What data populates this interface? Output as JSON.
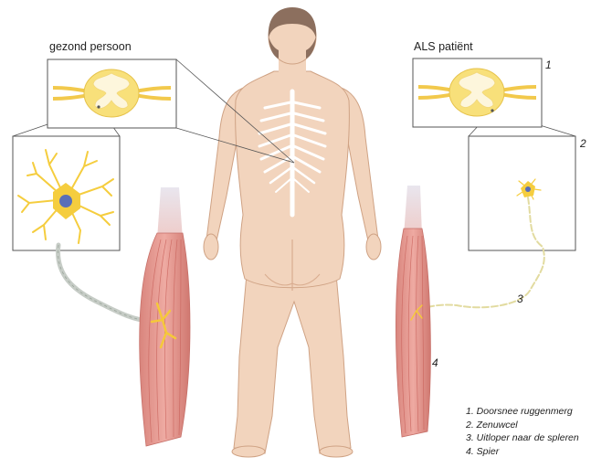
{
  "labels": {
    "healthy": "gezond persoon",
    "patient": "ALS patiënt"
  },
  "markers": [
    "1",
    "2",
    "3",
    "4"
  ],
  "legend": [
    "1. Doorsnee ruggenmerg",
    "2. Zenuwcel",
    "3. Uitloper naar de spleren",
    "4. Spier"
  ],
  "colors": {
    "skin": "#f2d4bd",
    "skin_shadow": "#e3b99c",
    "hair": "#8c6f5e",
    "spinal_yellow": "#f8e07a",
    "spinal_core": "#fdf1c4",
    "muscle": "#e79a92",
    "muscle_dark": "#cf6f68",
    "neuron": "#f5cd3e",
    "nucleus": "#5a6fb8",
    "axon": "#c9cec9",
    "line": "#555555"
  }
}
